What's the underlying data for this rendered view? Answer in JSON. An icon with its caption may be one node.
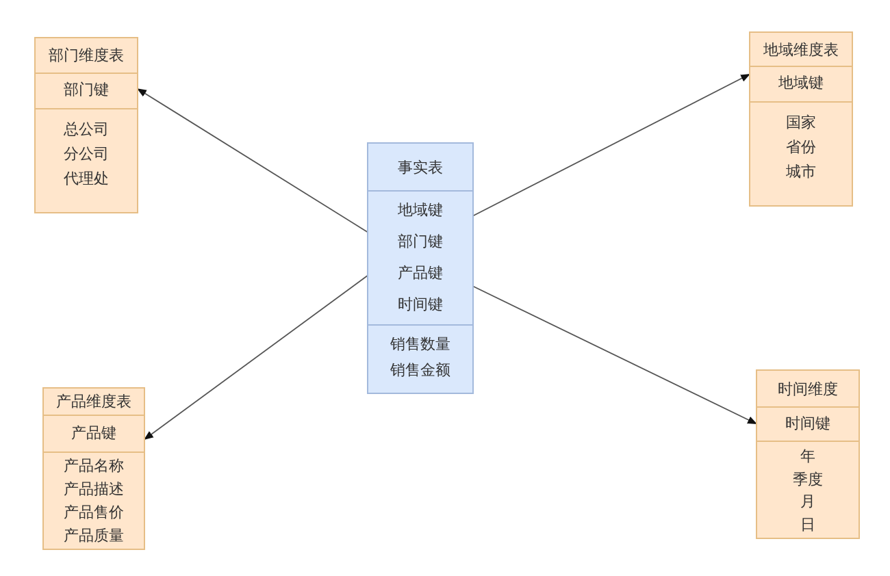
{
  "diagram": {
    "nodes": [
      {
        "text": [
          "部门维度表"
        ]
      },
      {
        "text": [
          "部门键"
        ],
        "in": 0
      },
      {
        "text": [
          "总公司",
          "分公司",
          "代理处"
        ],
        "in": 0
      },
      {
        "text": [
          "地域维度表"
        ]
      },
      {
        "text": [
          "地域键"
        ],
        "in": 3
      },
      {
        "text": [
          "国家",
          "省份",
          "城市"
        ],
        "in": 3
      },
      {
        "text": [
          "事实表"
        ]
      },
      {
        "text": [
          "地域键",
          "部门键",
          "产品键",
          "时间键"
        ],
        "in": 6
      },
      {
        "text": [
          "销售数量",
          "销售金额"
        ],
        "in": 6
      },
      {
        "text": [
          "产品维度表"
        ]
      },
      {
        "text": [
          "产品键"
        ],
        "in": 9
      },
      {
        "text": [
          "产品名称",
          "产品描述",
          "产品售价",
          "产品质量"
        ],
        "in": 9
      },
      {
        "text": [
          "时间维度"
        ]
      },
      {
        "text": [
          "时间键"
        ],
        "in": 12
      },
      {
        "text": [
          "年",
          "季度",
          "月",
          "日"
        ],
        "in": 12
      }
    ],
    "edges": [
      {
        "from": 7,
        "to": 1,
        "arrow": "to"
      },
      {
        "from": 7,
        "to": 4,
        "arrow": "to"
      },
      {
        "from": 7,
        "to": 10,
        "arrow": "to"
      },
      {
        "from": 7,
        "to": 13,
        "arrow": "to"
      }
    ]
  }
}
